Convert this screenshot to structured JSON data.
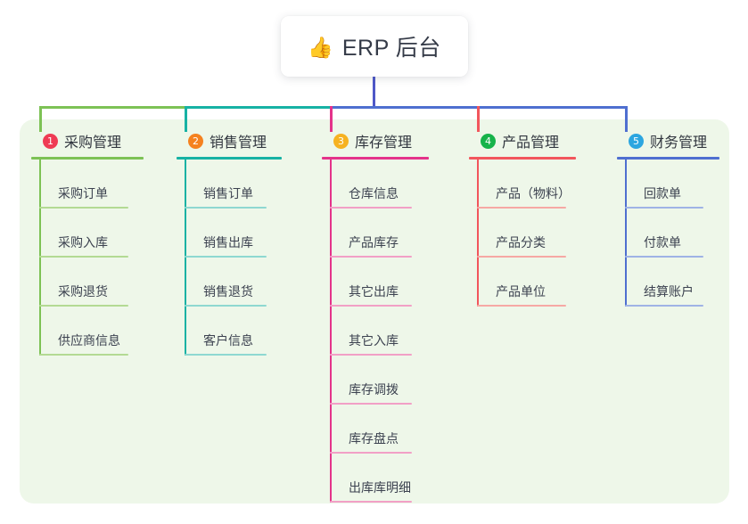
{
  "root": {
    "icon": "thumbs-up-icon",
    "emoji": "👍",
    "title": "ERP 后台"
  },
  "colors": {
    "panel_background": "#eef7e9",
    "page_background": "#ffffff",
    "title_text": "#353b48",
    "item_text": "#3c4250",
    "root_connector": "#4e58c8"
  },
  "columns": [
    {
      "number": "1",
      "title": "采购管理",
      "badge_color": "#ef3b54",
      "line_color": "#7dc255",
      "item_line_color": "#b3da93",
      "items": [
        {
          "label": "采购订单"
        },
        {
          "label": "采购入库"
        },
        {
          "label": "采购退货"
        },
        {
          "label": "供应商信息"
        }
      ]
    },
    {
      "number": "2",
      "title": "销售管理",
      "badge_color": "#f5821f",
      "line_color": "#17b2a4",
      "item_line_color": "#8ed8d1",
      "items": [
        {
          "label": "销售订单"
        },
        {
          "label": "销售出库"
        },
        {
          "label": "销售退货"
        },
        {
          "label": "客户信息"
        }
      ]
    },
    {
      "number": "3",
      "title": "库存管理",
      "badge_color": "#f6b221",
      "line_color": "#e4338a",
      "item_line_color": "#f2a0c6",
      "items": [
        {
          "label": "仓库信息"
        },
        {
          "label": "产品库存"
        },
        {
          "label": "其它出库"
        },
        {
          "label": "其它入库"
        },
        {
          "label": "库存调拨"
        },
        {
          "label": "库存盘点"
        },
        {
          "label": "出库库明细"
        }
      ]
    },
    {
      "number": "4",
      "title": "产品管理",
      "badge_color": "#16b34a",
      "line_color": "#f2565c",
      "item_line_color": "#f6a8a4",
      "items": [
        {
          "label": "产品（物料）"
        },
        {
          "label": "产品分类"
        },
        {
          "label": "产品单位"
        }
      ]
    },
    {
      "number": "5",
      "title": "财务管理",
      "badge_color": "#2ca6e0",
      "line_color": "#4f6fd0",
      "item_line_color": "#9fb3e5",
      "items": [
        {
          "label": "回款单"
        },
        {
          "label": "付款单"
        },
        {
          "label": "结算账户"
        }
      ]
    }
  ]
}
